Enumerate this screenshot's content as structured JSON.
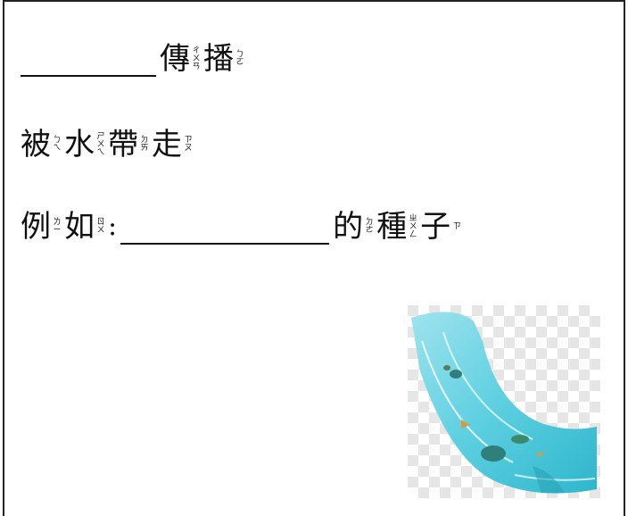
{
  "lines": [
    {
      "id": "line-1",
      "segments": [
        {
          "type": "blank"
        },
        {
          "type": "char",
          "char": "傳",
          "zhuyin": [
            "ㄔ",
            "ㄨ",
            "ㄢ",
            "ˊ"
          ]
        },
        {
          "type": "char",
          "char": "播",
          "zhuyin": [
            "ㄅ",
            "ㄛ"
          ]
        }
      ]
    },
    {
      "id": "line-2",
      "segments": [
        {
          "type": "char",
          "char": "被",
          "zhuyin": [
            "ㄅ",
            "ㄟ",
            "ˋ"
          ]
        },
        {
          "type": "char",
          "char": "水",
          "zhuyin": [
            "ㄕ",
            "ㄨ",
            "ㄟ",
            "ˇ"
          ]
        },
        {
          "type": "char",
          "char": "帶",
          "zhuyin": [
            "ㄉ",
            "ㄞ",
            "ˋ"
          ]
        },
        {
          "type": "char",
          "char": "走",
          "zhuyin": [
            "ㄗ",
            "ㄡ",
            "ˇ"
          ]
        }
      ]
    },
    {
      "id": "line-3",
      "segments": [
        {
          "type": "char",
          "char": "例",
          "zhuyin": [
            "ㄌ",
            "ㄧ",
            "ˋ"
          ]
        },
        {
          "type": "char",
          "char": "如",
          "zhuyin": [
            "ㄖ",
            "ㄨ",
            "ˊ"
          ]
        },
        {
          "type": "text",
          "text": ":"
        },
        {
          "type": "blank"
        },
        {
          "type": "char",
          "char": "的",
          "zhuyin": [
            "ㄉ",
            "ㄜ",
            "˙"
          ]
        },
        {
          "type": "char",
          "char": "種",
          "zhuyin": [
            "ㄓ",
            "ㄨ",
            "ㄥ",
            "ˇ"
          ]
        },
        {
          "type": "char",
          "char": "子",
          "zhuyin": [
            "ㄗ",
            "ˇ"
          ]
        }
      ]
    }
  ],
  "colors": {
    "river_light": "#9fe3ee",
    "river_mid": "#5ccfe0",
    "river_deep": "#2fb6cc",
    "stone": "#2f7f7a",
    "fish": "#d79a3e",
    "checker": "#e6e6e6"
  }
}
